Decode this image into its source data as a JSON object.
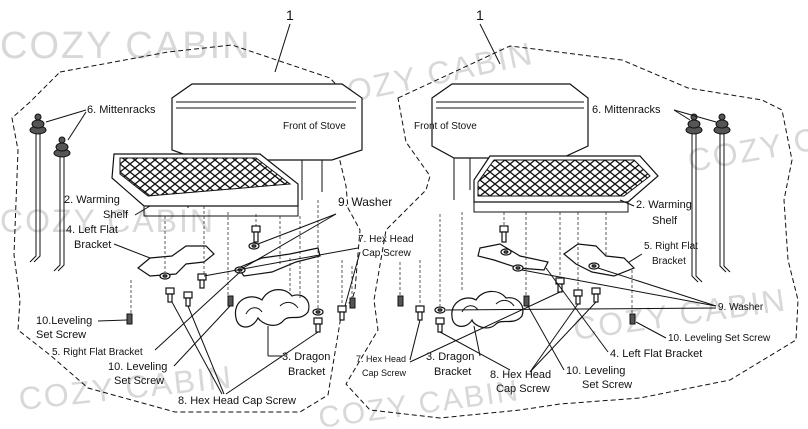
{
  "watermark": "COZY CABIN",
  "left": {
    "assembly_number": "1",
    "front_of_stove": "Front of Stove",
    "labels": {
      "mittenracks": "6. Mittenracks",
      "warming_shelf_1": "2. Warming",
      "warming_shelf_2": "Shelf",
      "left_flat_bracket_1": "4. Left Flat",
      "left_flat_bracket_2": "Bracket",
      "washer": "9. Washer",
      "hex_head_cap_screw_7_1": "7. Hex Head",
      "hex_head_cap_screw_7_2": "Cap Screw",
      "leveling_set_screw_10_1": "10.Leveling",
      "leveling_set_screw_10_2": "Set Screw",
      "right_flat_bracket": "5. Right Flat Bracket",
      "leveling_set_screw_10b_1": "10. Leveling",
      "leveling_set_screw_10b_2": "Set Screw",
      "dragon_bracket_1": "3. Dragon",
      "dragon_bracket_2": "Bracket",
      "hex_head_cap_screw_8": "8. Hex Head Cap Screw"
    }
  },
  "right": {
    "assembly_number": "1",
    "front_of_stove": "Front of Stove",
    "labels": {
      "mittenracks": "6. Mittenracks",
      "warming_shelf_1": "2. Warming",
      "warming_shelf_2": "Shelf",
      "right_flat_bracket_1": "5. Right Flat",
      "right_flat_bracket_2": "Bracket",
      "washer": "9. Washer",
      "leveling_set_screw_10": "10. Leveling Set Screw",
      "left_flat_bracket": "4. Left Flat Bracket",
      "hex_head_cap_screw_7_1": "7. Hex Head",
      "hex_head_cap_screw_7_2": "Cap Screw",
      "dragon_bracket_1": "3. Dragon",
      "dragon_bracket_2": "Bracket",
      "hex_head_cap_screw_8_1": "8. Hex Head",
      "hex_head_cap_screw_8_2": "Cap Screw",
      "leveling_set_screw_10b_1": "10. Leveling",
      "leveling_set_screw_10b_2": "Set Screw"
    }
  }
}
